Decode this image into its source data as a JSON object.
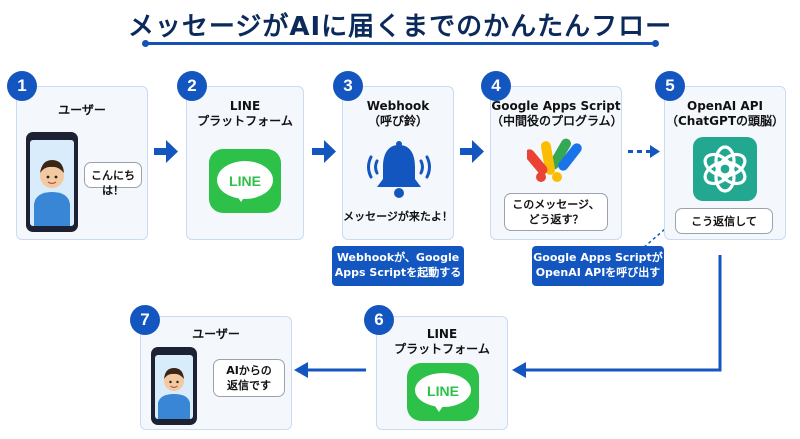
{
  "title": "メッセージがAIに届くまでのかんたんフロー",
  "steps": [
    {
      "num": "1",
      "label_lines": [
        "ユーザー"
      ],
      "bubble_lines": [
        "こんにちは！"
      ]
    },
    {
      "num": "2",
      "label_lines": [
        "LINE",
        "プラットフォーム"
      ],
      "logo_text": "LINE"
    },
    {
      "num": "3",
      "label_lines": [
        "Webhook",
        "（呼び鈴）"
      ],
      "caption": "メッセージが来たよ！"
    },
    {
      "num": "4",
      "label_lines": [
        "Google Apps Script",
        "（中間役のプログラム）"
      ],
      "bubble_lines": [
        "このメッセージ、",
        "どう返す？"
      ]
    },
    {
      "num": "5",
      "label_lines": [
        "OpenAI API",
        "（ChatGPTの頭脳）"
      ],
      "bubble_lines": [
        "こう返信して"
      ]
    },
    {
      "num": "6",
      "label_lines": [
        "LINE",
        "プラットフォーム"
      ],
      "logo_text": "LINE"
    },
    {
      "num": "7",
      "label_lines": [
        "ユーザー"
      ],
      "bubble_lines": [
        "AIからの",
        "返信です"
      ]
    }
  ],
  "notes": [
    {
      "lines": [
        "Webhookが、Google",
        "Apps Scriptを起動する"
      ]
    },
    {
      "lines": [
        "Google Apps Scriptが",
        "OpenAI APIを呼び出す"
      ]
    }
  ],
  "colors": {
    "accent": "#1456c0",
    "card_bg": "#f4f8fd",
    "card_border": "#c9dcf2",
    "line_green": "#2ec14a",
    "openai_teal": "#22a891",
    "bell": "#1456c0"
  }
}
